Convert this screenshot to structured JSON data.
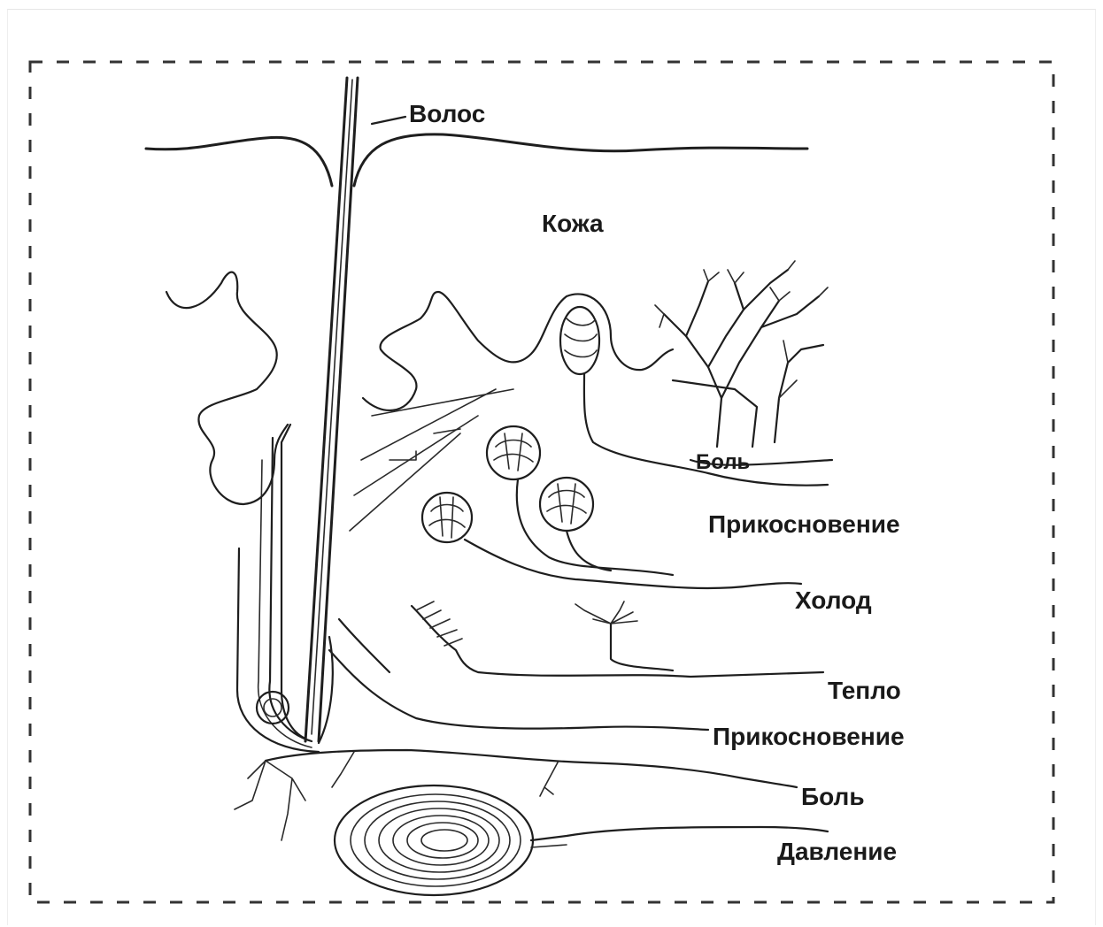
{
  "diagram": {
    "labels": {
      "hair": "Волос",
      "skin": "Кожа",
      "pain_top": "Боль",
      "touch_top": "Прикосновение",
      "cold": "Холод",
      "warmth": "Тепло",
      "touch_bottom": "Прикосновение",
      "pain_bottom": "Боль",
      "pressure": "Давление"
    }
  }
}
